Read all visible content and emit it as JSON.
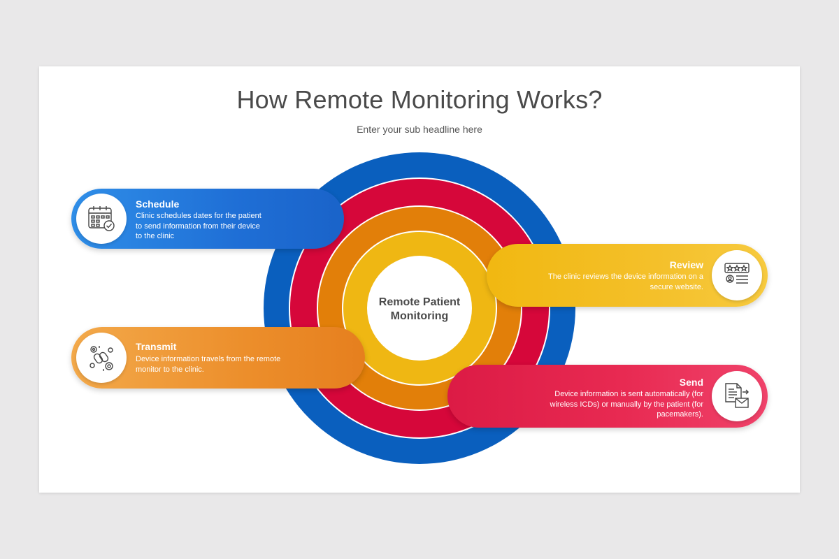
{
  "header": {
    "title": "How Remote Monitoring Works?",
    "subtitle": "Enter your sub headline here"
  },
  "center": {
    "line1": "Remote Patient",
    "line2": "Monitoring"
  },
  "colors": {
    "blue": "#0a5fbe",
    "red": "#d6073a",
    "orange": "#e27f09",
    "yellow": "#efb713"
  },
  "steps": {
    "schedule": {
      "title": "Schedule",
      "text": "Clinic schedules dates for the patient to send information from their device to the clinic",
      "icon": "calendar-check-icon"
    },
    "review": {
      "title": "Review",
      "text": "The clinic reviews the device information on a secure website.",
      "icon": "rating-review-icon"
    },
    "transmit": {
      "title": "Transmit",
      "text": "Device information travels from the remote monitor to the clinic.",
      "icon": "gears-link-icon"
    },
    "send": {
      "title": "Send",
      "text": "Device information is sent automatically (for wireless ICDs) or manually by the patient (for pacemakers).",
      "icon": "document-mail-icon"
    }
  }
}
